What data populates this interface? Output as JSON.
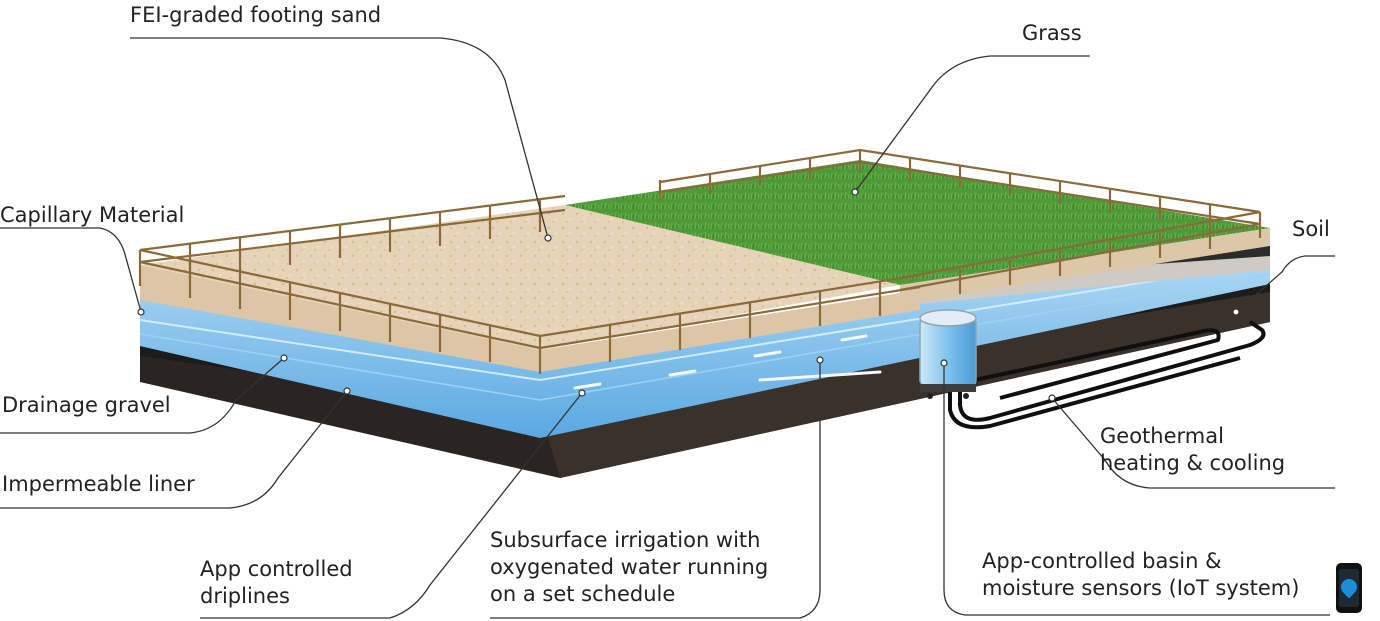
{
  "labels": {
    "footing_sand": "FEI-graded footing sand",
    "grass": "Grass",
    "capillary": "Capillary Material",
    "soil": "Soil",
    "drainage": "Drainage gravel",
    "liner": "Impermeable liner",
    "geothermal": [
      "Geothermal",
      "heating & cooling"
    ],
    "driplines": [
      "App controlled",
      "driplines"
    ],
    "irrigation": [
      "Subsurface irrigation with",
      "oxygenated water running",
      "on a set schedule"
    ],
    "basin": [
      "App-controlled basin &",
      "moisture sensors (IoT system)"
    ]
  },
  "icons": {
    "app": "water-drop-phone-icon"
  },
  "colors": {
    "sand": "#e8d6bc",
    "grass": "#4f9a3a",
    "water": "#8ec8ef",
    "soil": "#2b2624",
    "fence": "#8a6a3a",
    "leader": "#333333"
  }
}
